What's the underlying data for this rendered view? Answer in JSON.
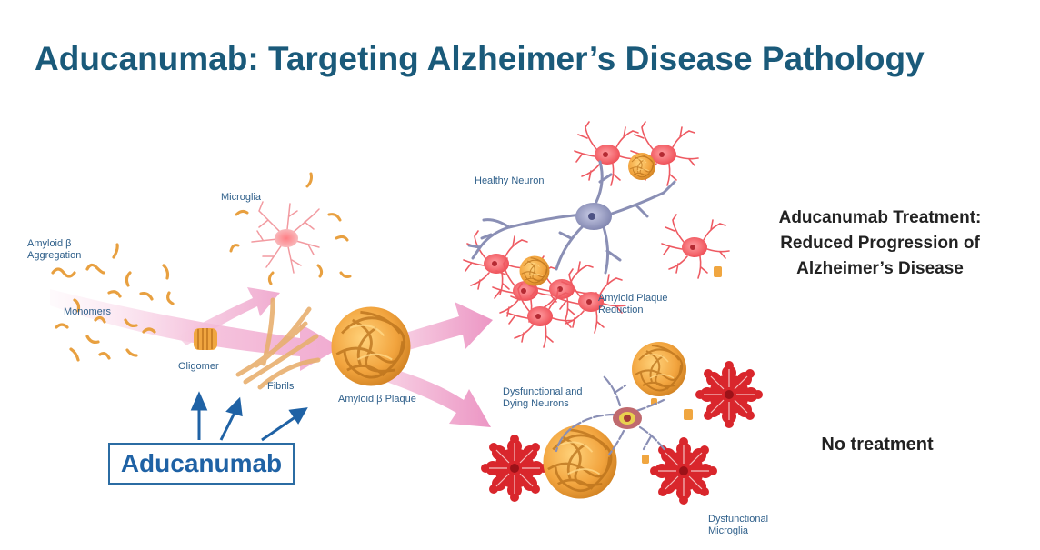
{
  "title": "Aducanumab: Targeting Alzheimer’s Disease Pathology",
  "labels": {
    "amyloid_aggregation": [
      "Amyloid β",
      "Aggregation"
    ],
    "microglia": "Microglia",
    "monomers": "Monomers",
    "oligomer": "Oligomer",
    "fibrils": "Fibrils",
    "amyloid_plaque": "Amyloid β Plaque",
    "healthy_neuron": "Healthy Neuron",
    "plaque_reduction": [
      "Amyloid Plaque",
      "Reduction"
    ],
    "dysfunctional_neurons": [
      "Dysfunctional and",
      "Dying Neurons"
    ],
    "dysfunctional_microglia": [
      "Dysfunctional",
      "Microglia"
    ]
  },
  "drug": "Aducanumab",
  "treatment_outcome": [
    "Aducanumab Treatment:",
    "Reduced Progression of",
    "Alzheimer’s Disease"
  ],
  "no_treatment": "No treatment",
  "colors": {
    "title": "#1a5a7a",
    "label": "#2e5f8a",
    "drug_blue": "#1f62a5",
    "arrow_pink": "#f2b3d4",
    "amyloid_orange": "#f0a640",
    "neuron_red": "#ee4a52",
    "dysfunctional_red": "#d9262c",
    "healthy_neuron_purple": "#8a8fb5"
  }
}
